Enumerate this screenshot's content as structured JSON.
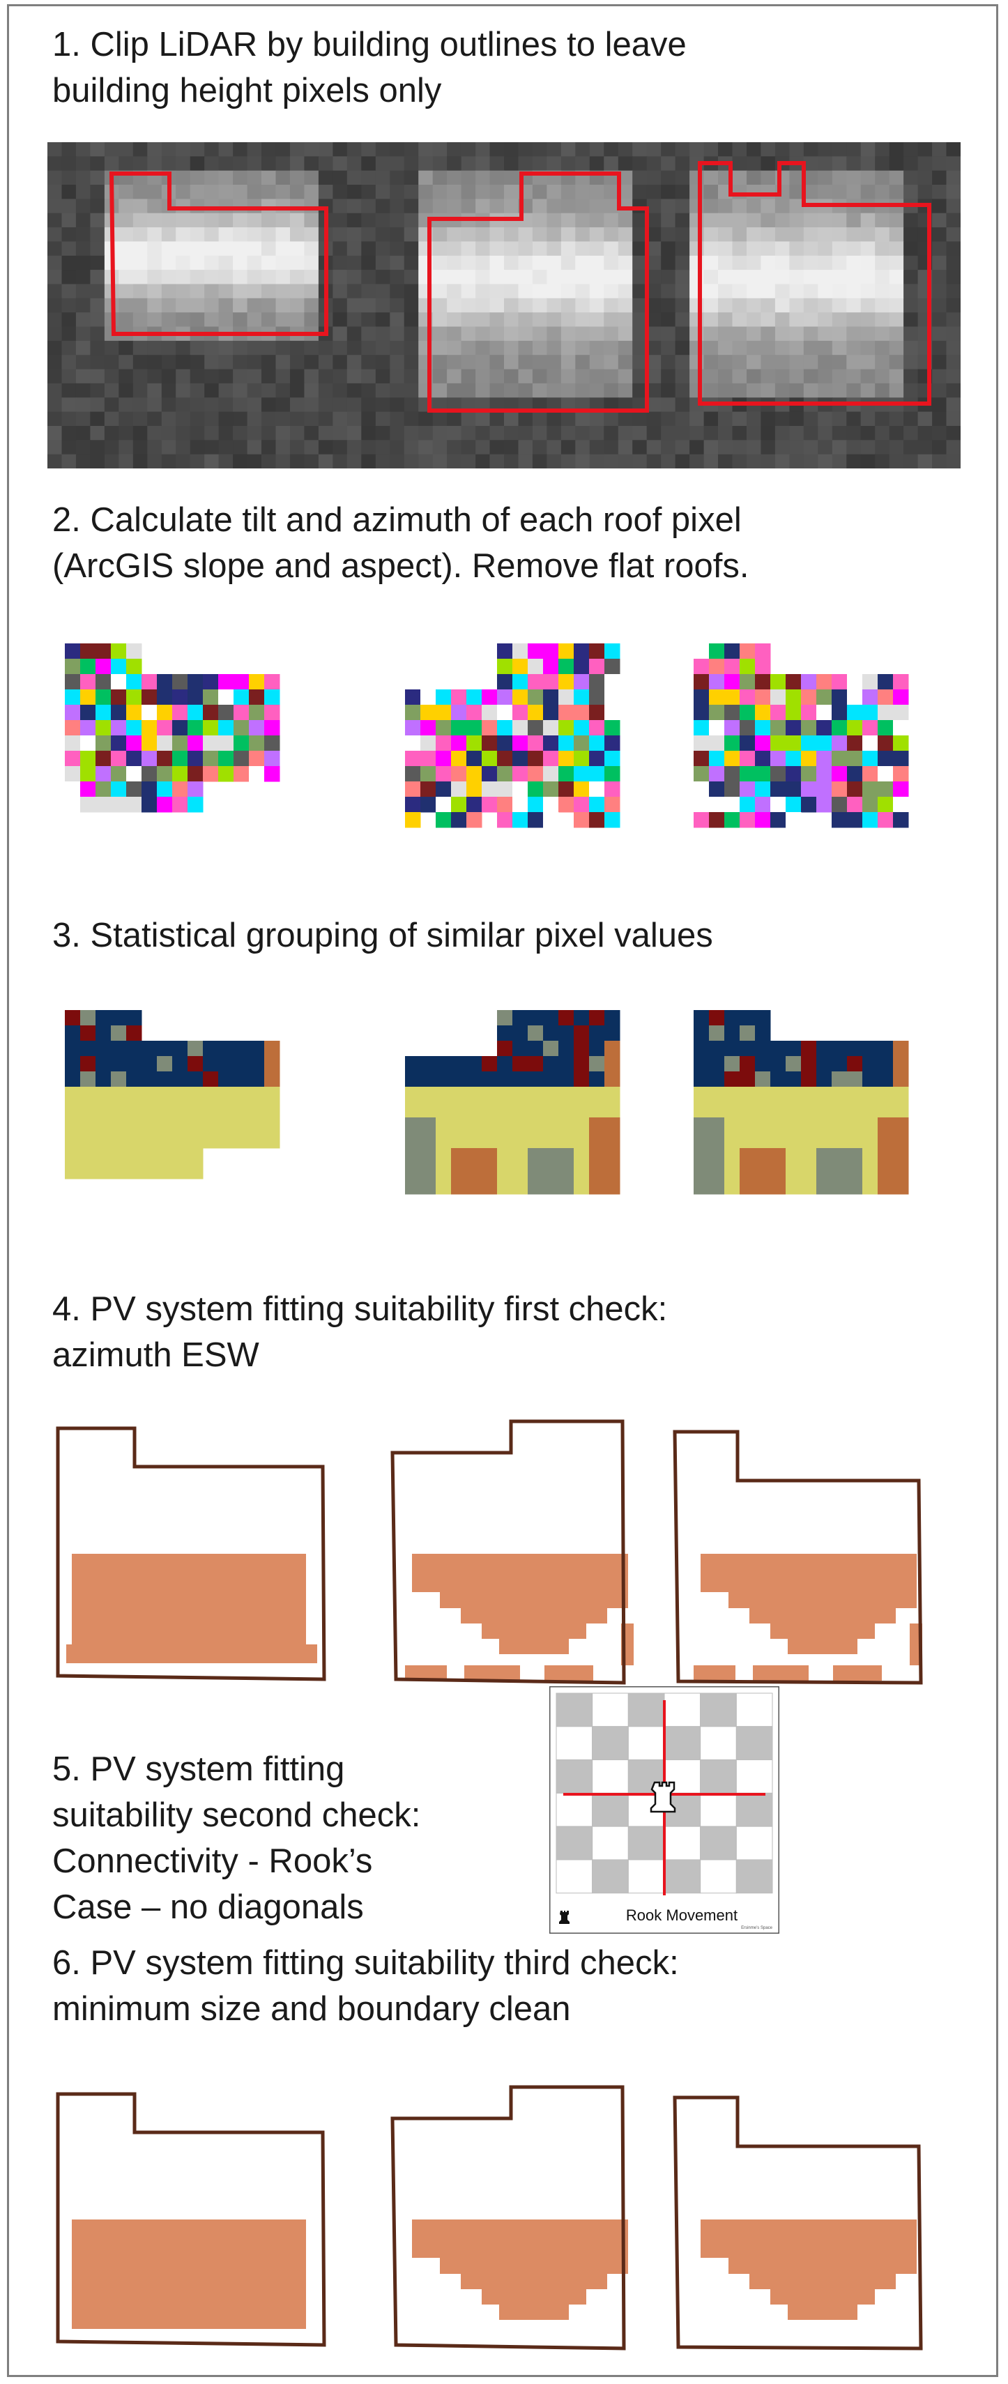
{
  "steps": [
    {
      "id": 1,
      "line1": "1. Clip LiDAR by building outlines to leave",
      "line2": "building height pixels only"
    },
    {
      "id": 2,
      "line1": "2. Calculate tilt and azimuth of each roof pixel",
      "line2": "(ArcGIS slope and aspect). Remove flat roofs."
    },
    {
      "id": 3,
      "line1": "3. Statistical grouping of similar pixel values",
      "line2": ""
    },
    {
      "id": 4,
      "line1": "4. PV system fitting suitability first check:",
      "line2": "azimuth ESW"
    },
    {
      "id": 5,
      "lines": [
        "5. PV system fitting",
        "suitability second check:",
        "Connectivity - Rook’s",
        "Case  – no diagonals"
      ]
    },
    {
      "id": 6,
      "line1": "6. PV system fitting suitability third check:",
      "line2": "minimum size and boundary clean"
    }
  ],
  "chessboard": {
    "caption": "Rook Movement",
    "credit": "Ersinme’s Space"
  },
  "colors": {
    "outline_red": "#e8141e",
    "cluster_navy": "#0b2f5e",
    "cluster_yellow": "#d8d66a",
    "cluster_brown": "#bd6e3a",
    "cluster_gray": "#7f8b78",
    "cluster_maroon": "#7c0c0c",
    "pv_fill": "#dc8b63",
    "roof_outline": "#5a2a18",
    "chess_gray": "#c0c0c0",
    "rook_cross": "#e8141e"
  }
}
